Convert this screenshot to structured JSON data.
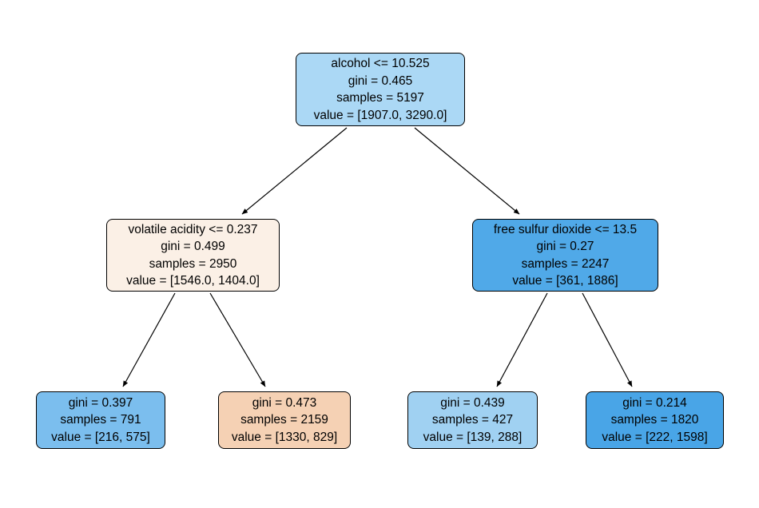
{
  "diagram": {
    "type": "decision-tree",
    "background": "#ffffff",
    "edge_color": "#000000",
    "nodes": {
      "root": {
        "condition": "alcohol <= 10.525",
        "gini": "gini = 0.465",
        "samples": "samples = 5197",
        "value": "value = [1907.0, 3290.0]",
        "fill": "#abd8f5"
      },
      "left": {
        "condition": "volatile acidity <= 0.237",
        "gini": "gini = 0.499",
        "samples": "samples = 2950",
        "value": "value = [1546.0, 1404.0]",
        "fill": "#fbf0e6"
      },
      "right": {
        "condition": "free sulfur dioxide <= 13.5",
        "gini": "gini = 0.27",
        "samples": "samples = 2247",
        "value": "value = [361, 1886]",
        "fill": "#50a9e8"
      },
      "leaf_ll": {
        "gini": "gini = 0.397",
        "samples": "samples = 791",
        "value": "value = [216, 575]",
        "fill": "#7bbeee"
      },
      "leaf_lr": {
        "gini": "gini = 0.473",
        "samples": "samples = 2159",
        "value": "value = [1330, 829]",
        "fill": "#f5d1b4"
      },
      "leaf_rl": {
        "gini": "gini = 0.439",
        "samples": "samples = 427",
        "value": "value = [139, 288]",
        "fill": "#a0d1f2"
      },
      "leaf_rr": {
        "gini": "gini = 0.214",
        "samples": "samples = 1820",
        "value": "value = [222, 1598]",
        "fill": "#49a5e7"
      }
    }
  }
}
